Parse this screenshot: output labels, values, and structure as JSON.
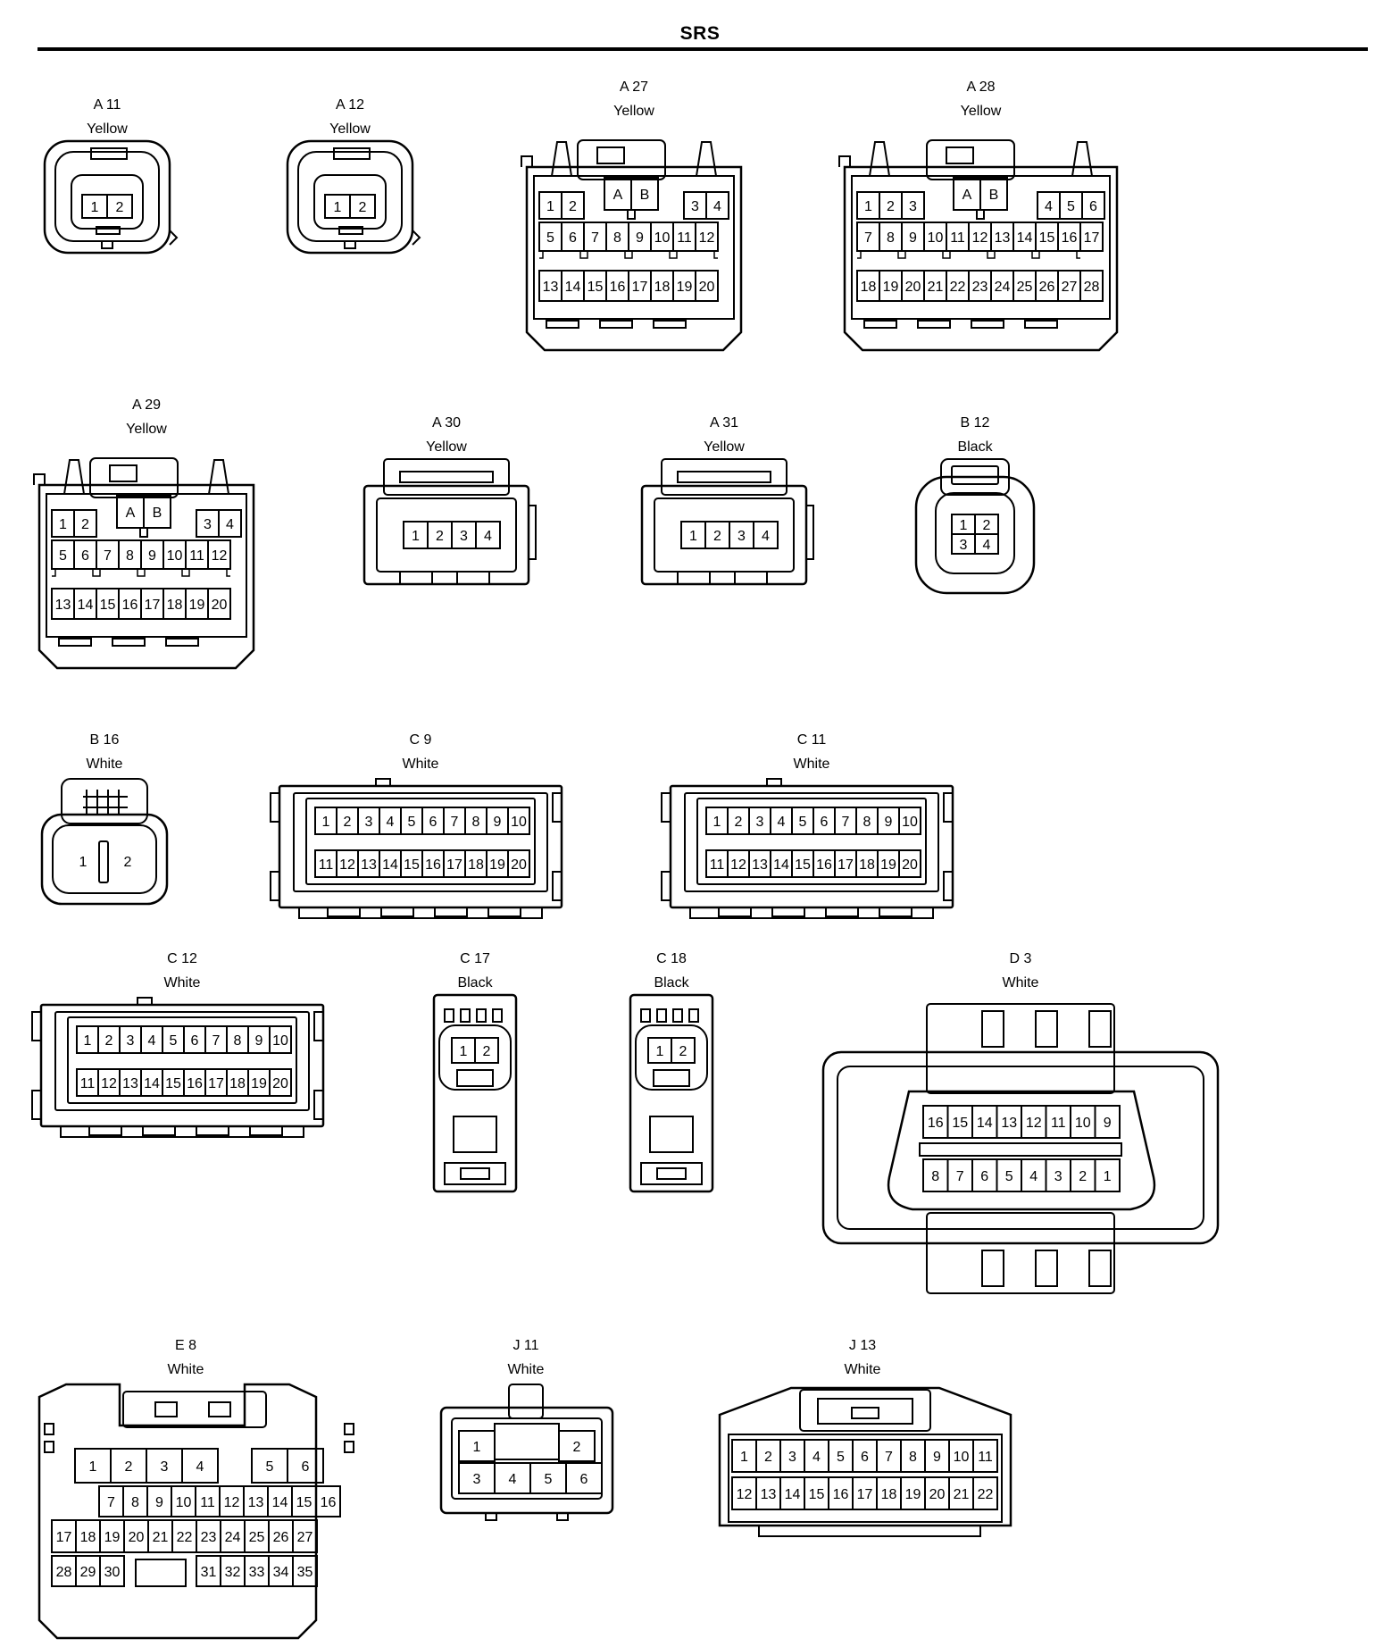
{
  "title": "SRS",
  "connectors": [
    {
      "id": "A 11",
      "color": "Yellow",
      "rows": [
        [
          "1",
          "2"
        ]
      ]
    },
    {
      "id": "A 12",
      "color": "Yellow",
      "rows": [
        [
          "1",
          "2"
        ]
      ]
    },
    {
      "id": "A 27",
      "color": "Yellow",
      "top": [
        "A",
        "B"
      ],
      "rows": [
        [
          "1",
          "2",
          "3",
          "4"
        ],
        [
          "5",
          "6",
          "7",
          "8",
          "9",
          "10",
          "11",
          "12"
        ],
        [
          "13",
          "14",
          "15",
          "16",
          "17",
          "18",
          "19",
          "20"
        ]
      ]
    },
    {
      "id": "A 28",
      "color": "Yellow",
      "top": [
        "A",
        "B"
      ],
      "rows": [
        [
          "1",
          "2",
          "3",
          "4",
          "5",
          "6"
        ],
        [
          "7",
          "8",
          "9",
          "10",
          "11",
          "12",
          "13",
          "14",
          "15",
          "16",
          "17"
        ],
        [
          "18",
          "19",
          "20",
          "21",
          "22",
          "23",
          "24",
          "25",
          "26",
          "27",
          "28"
        ]
      ]
    },
    {
      "id": "A 29",
      "color": "Yellow",
      "top": [
        "A",
        "B"
      ],
      "rows": [
        [
          "1",
          "2",
          "3",
          "4"
        ],
        [
          "5",
          "6",
          "7",
          "8",
          "9",
          "10",
          "11",
          "12"
        ],
        [
          "13",
          "14",
          "15",
          "16",
          "17",
          "18",
          "19",
          "20"
        ]
      ]
    },
    {
      "id": "A 30",
      "color": "Yellow",
      "rows": [
        [
          "1",
          "2",
          "3",
          "4"
        ]
      ]
    },
    {
      "id": "A 31",
      "color": "Yellow",
      "rows": [
        [
          "1",
          "2",
          "3",
          "4"
        ]
      ]
    },
    {
      "id": "B 12",
      "color": "Black",
      "rows": [
        [
          "1",
          "2"
        ],
        [
          "3",
          "4"
        ]
      ]
    },
    {
      "id": "B 16",
      "color": "White",
      "rows": [
        [
          "1",
          "2"
        ]
      ]
    },
    {
      "id": "C 9",
      "color": "White",
      "rows": [
        [
          "1",
          "2",
          "3",
          "4",
          "5",
          "6",
          "7",
          "8",
          "9",
          "10"
        ],
        [
          "11",
          "12",
          "13",
          "14",
          "15",
          "16",
          "17",
          "18",
          "19",
          "20"
        ]
      ]
    },
    {
      "id": "C 11",
      "color": "White",
      "rows": [
        [
          "1",
          "2",
          "3",
          "4",
          "5",
          "6",
          "7",
          "8",
          "9",
          "10"
        ],
        [
          "11",
          "12",
          "13",
          "14",
          "15",
          "16",
          "17",
          "18",
          "19",
          "20"
        ]
      ]
    },
    {
      "id": "C 12",
      "color": "White",
      "rows": [
        [
          "1",
          "2",
          "3",
          "4",
          "5",
          "6",
          "7",
          "8",
          "9",
          "10"
        ],
        [
          "11",
          "12",
          "13",
          "14",
          "15",
          "16",
          "17",
          "18",
          "19",
          "20"
        ]
      ]
    },
    {
      "id": "C 17",
      "color": "Black",
      "rows": [
        [
          "1",
          "2"
        ]
      ]
    },
    {
      "id": "C 18",
      "color": "Black",
      "rows": [
        [
          "1",
          "2"
        ]
      ]
    },
    {
      "id": "D 3",
      "color": "White",
      "rows": [
        [
          "16",
          "15",
          "14",
          "13",
          "12",
          "11",
          "10",
          "9"
        ],
        [
          "8",
          "7",
          "6",
          "5",
          "4",
          "3",
          "2",
          "1"
        ]
      ]
    },
    {
      "id": "E 8",
      "color": "White",
      "rows": [
        [
          "1",
          "2",
          "3",
          "4",
          "5",
          "6"
        ],
        [
          "7",
          "8",
          "9",
          "10",
          "11",
          "12",
          "13",
          "14",
          "15",
          "16"
        ],
        [
          "17",
          "18",
          "19",
          "20",
          "21",
          "22",
          "23",
          "24",
          "25",
          "26",
          "27"
        ],
        [
          "28",
          "29",
          "30",
          "31",
          "32",
          "33",
          "34",
          "35"
        ]
      ]
    },
    {
      "id": "J 11",
      "color": "White",
      "rows": [
        [
          "1",
          "2"
        ],
        [
          "3",
          "4",
          "5",
          "6"
        ]
      ]
    },
    {
      "id": "J 13",
      "color": "White",
      "rows": [
        [
          "1",
          "2",
          "3",
          "4",
          "5",
          "6",
          "7",
          "8",
          "9",
          "10",
          "11"
        ],
        [
          "12",
          "13",
          "14",
          "15",
          "16",
          "17",
          "18",
          "19",
          "20",
          "21",
          "22"
        ]
      ]
    }
  ]
}
